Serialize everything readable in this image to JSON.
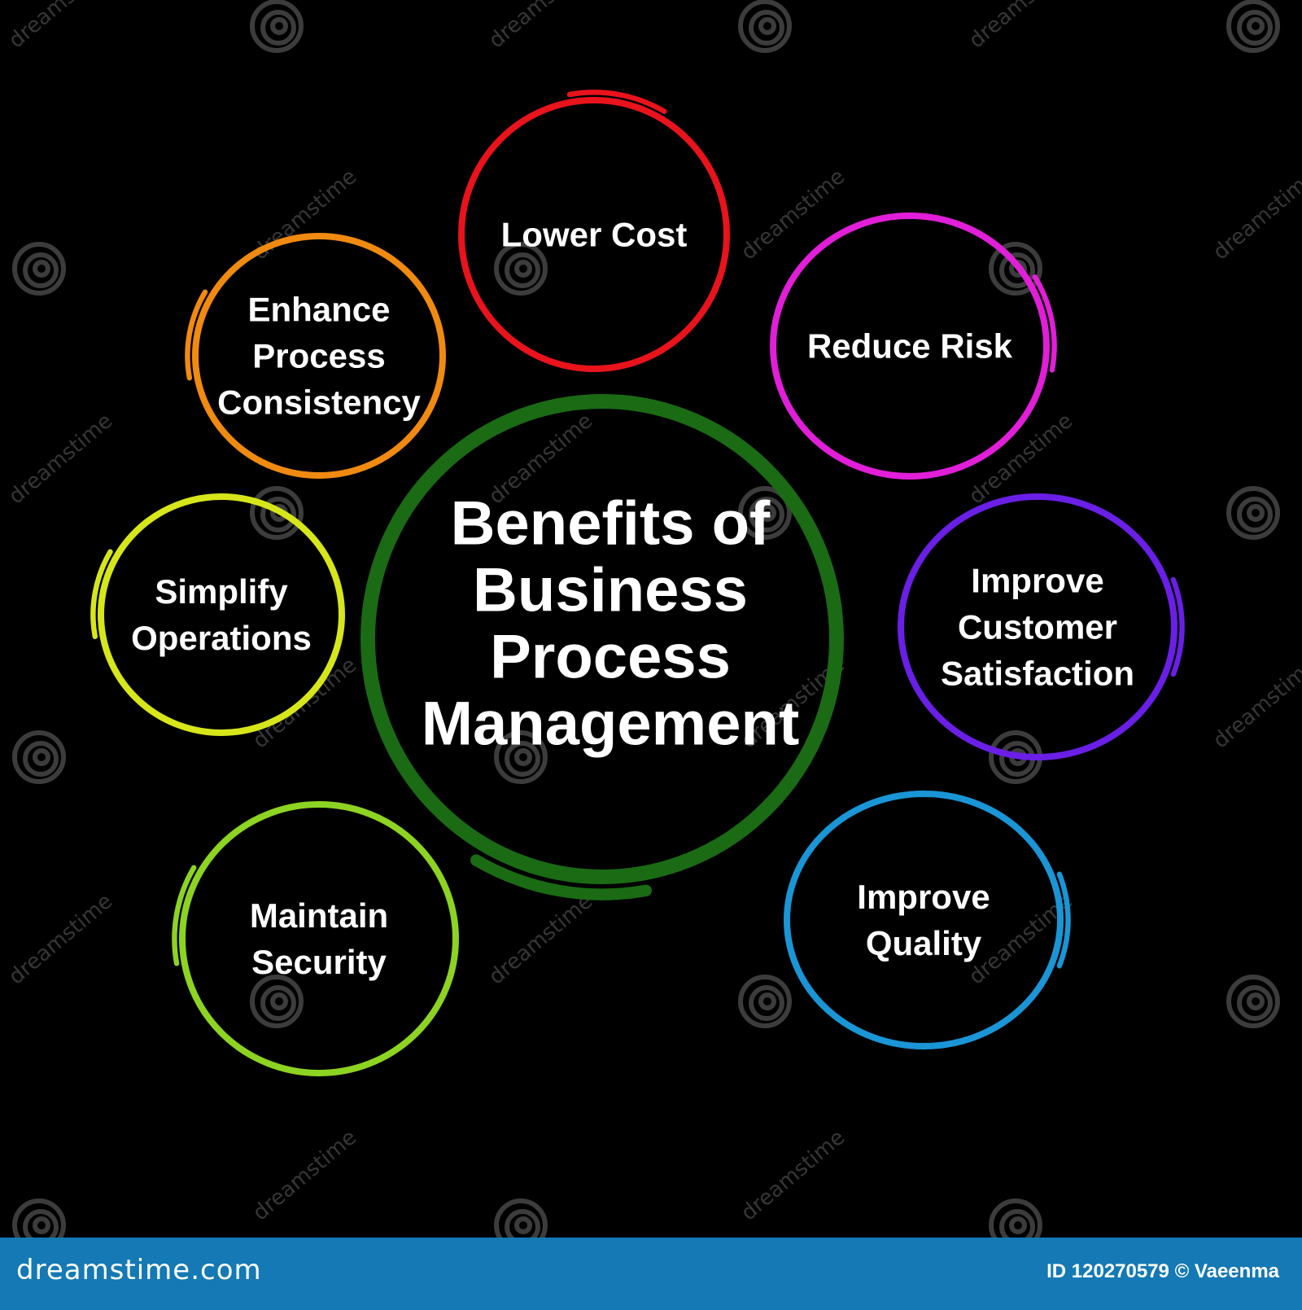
{
  "diagram": {
    "center": {
      "lines": [
        "Benefits of",
        "Business",
        "Process",
        "Management"
      ],
      "color": "#1a6b14"
    },
    "nodes": [
      {
        "id": "lower-cost",
        "lines": [
          "Lower   Cost"
        ],
        "color": "#e8131b"
      },
      {
        "id": "reduce-risk",
        "lines": [
          "Reduce Risk"
        ],
        "color": "#e11ed8"
      },
      {
        "id": "improve-customer-satisfaction",
        "lines": [
          "Improve",
          "Customer",
          "Satisfaction"
        ],
        "color": "#6a1fe6"
      },
      {
        "id": "improve-quality",
        "lines": [
          "Improve",
          "Quality"
        ],
        "color": "#1a95d6"
      },
      {
        "id": "maintain-security",
        "lines": [
          "Maintain",
          "Security"
        ],
        "color": "#8dd322"
      },
      {
        "id": "simplify-operations",
        "lines": [
          "Simplify",
          "Operations"
        ],
        "color": "#d6e61a"
      },
      {
        "id": "enhance-process-consistency",
        "lines": [
          "Enhance",
          "Process",
          "Consistency"
        ],
        "color": "#f08a10"
      }
    ]
  },
  "watermark": {
    "text": "dreamstime"
  },
  "footer": {
    "site": "dreamstime.com",
    "credit": "ID 120270579 © Vaeenma",
    "color": "#1479b4"
  }
}
